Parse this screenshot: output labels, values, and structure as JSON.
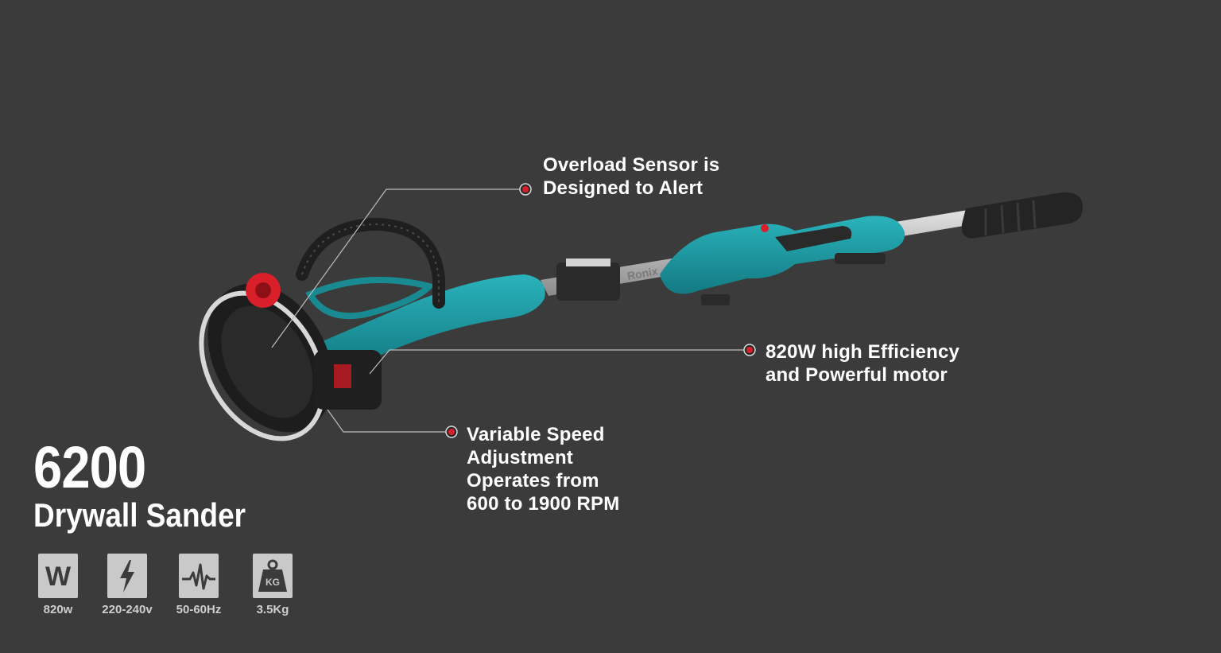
{
  "colors": {
    "background": "#3b3b3b",
    "accent_teal": "#1d9aa3",
    "marker_red": "#d81f2a",
    "text": "#ffffff",
    "spec_box": "#c9c9c9"
  },
  "product": {
    "model": "6200",
    "name": "Drywall Sander",
    "brand_mark": "Ronix"
  },
  "callouts": {
    "overload": [
      "Overload Sensor is",
      "Designed to Alert"
    ],
    "motor": [
      "820W high Efficiency",
      "and Powerful motor"
    ],
    "speed": [
      "Variable Speed",
      "Adjustment",
      "Operates from",
      "600 to 1900 RPM"
    ]
  },
  "specs": [
    {
      "icon": "watt-icon",
      "glyph": "W",
      "label": "820w"
    },
    {
      "icon": "lightning-icon",
      "label": "220-240v"
    },
    {
      "icon": "frequency-wave-icon",
      "label": "50-60Hz"
    },
    {
      "icon": "weight-icon",
      "glyph": "KG",
      "label": "3.5Kg"
    }
  ]
}
